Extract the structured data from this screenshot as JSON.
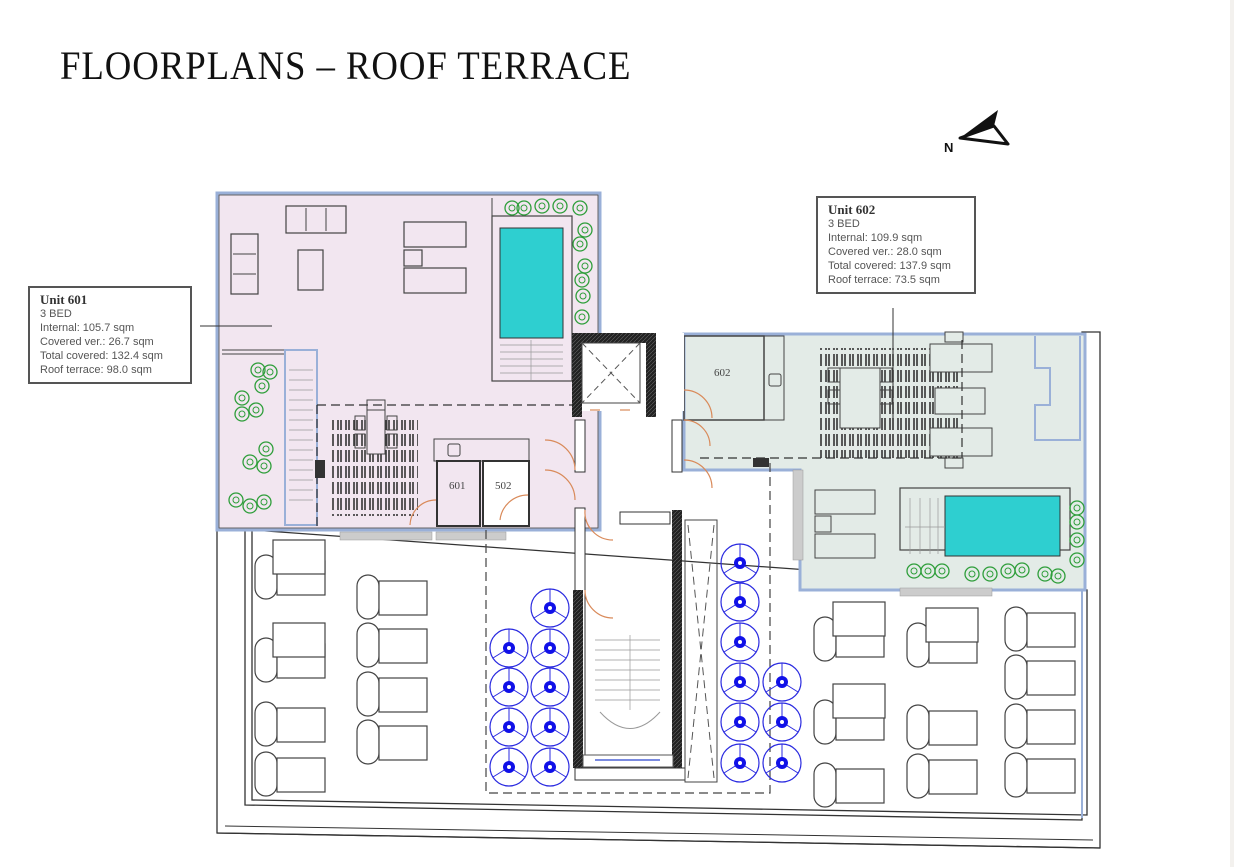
{
  "page": {
    "title": "FLOORPLANS – ROOF TERRACE"
  },
  "compass": {
    "label": "N",
    "icon": "north-arrow-icon"
  },
  "units": [
    {
      "name": "Unit 601",
      "type": "3 BED",
      "internal": "Internal: 105.7 sqm",
      "covered_ver": "Covered ver.: 26.7 sqm",
      "total_covered": "Total covered: 132.4 sqm",
      "roof_terrace": "Roof terrace: 98.0 sqm",
      "color": "#f2e6f0"
    },
    {
      "name": "Unit 602",
      "type": "3 BED",
      "internal": "Internal: 109.9 sqm",
      "covered_ver": "Covered ver.: 28.0 sqm",
      "total_covered": "Total covered: 137.9 sqm",
      "roof_terrace": "Roof terrace: 73.5 sqm",
      "color": "#e3ebe7"
    }
  ],
  "room_labels": {
    "r601": "601",
    "r502": "502",
    "r602": "602"
  },
  "colors": {
    "pool": "#2ecfd0",
    "unit601_fill": "#f2e6f0",
    "unit602_fill": "#e3ebe7",
    "plants": "#2e9e3a",
    "parasols": "#1a1adf",
    "doors": "#d98a5a",
    "walls": "#222222"
  }
}
